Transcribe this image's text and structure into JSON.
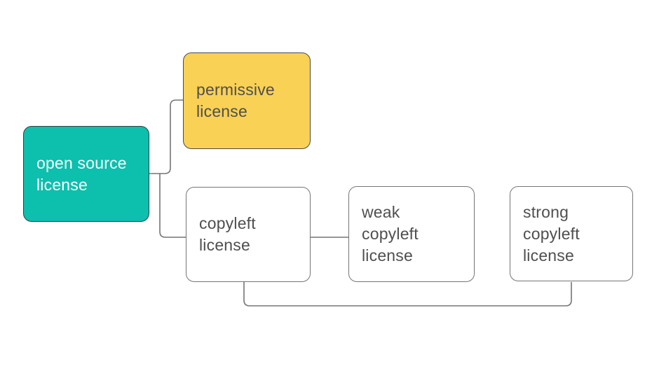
{
  "diagram": {
    "type": "flowchart",
    "background": "#ffffff",
    "edge_color": "#757575",
    "nodes": {
      "root": {
        "label": "open source\nlicense",
        "fill": "#0dbfad",
        "border": "#3c3c3c",
        "text_color": "#ffffff"
      },
      "permissive": {
        "label": "permissive\nlicense",
        "fill": "#f9d155",
        "border": "#4a4a4a",
        "text_color": "#4f4f4f"
      },
      "copyleft": {
        "label": "copyleft\nlicense",
        "fill": "#ffffff",
        "border": "#757575",
        "text_color": "#4f4f4f"
      },
      "weak": {
        "label": "weak\ncopyleft\nlicense",
        "fill": "#ffffff",
        "border": "#757575",
        "text_color": "#4f4f4f"
      },
      "strong": {
        "label": "strong\ncopyleft\nlicense",
        "fill": "#ffffff",
        "border": "#757575",
        "text_color": "#4f4f4f"
      }
    },
    "edges": [
      {
        "from": "root",
        "to": "permissive"
      },
      {
        "from": "root",
        "to": "copyleft"
      },
      {
        "from": "copyleft",
        "to": "weak"
      },
      {
        "from": "copyleft",
        "to": "strong"
      }
    ]
  }
}
